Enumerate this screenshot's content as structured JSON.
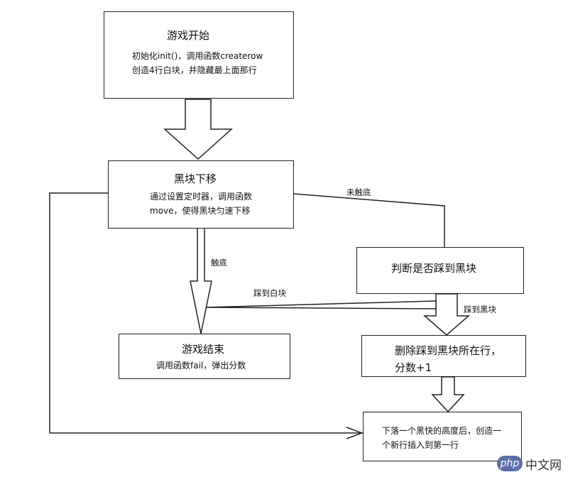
{
  "nodes": {
    "start": {
      "title": "游戏开始",
      "lines": [
        "初始化init()，调用函数createrow",
        "创造4行白块，并隐藏最上面那行"
      ]
    },
    "move": {
      "title": "黑块下移",
      "lines": [
        "通过设置定时器，调用函数",
        "move，使得黑块匀速下移"
      ]
    },
    "judge": {
      "title": "判断是否踩到黑块"
    },
    "end": {
      "title": "游戏结束",
      "lines": [
        "调用函数fail，弹出分数"
      ]
    },
    "delete": {
      "lines": [
        "删除踩到黑块所在行，",
        "分数+1"
      ]
    },
    "newrow": {
      "lines": [
        "下落一个黑快的高度后，创造一",
        "个新行插入到第一行"
      ]
    }
  },
  "edges": {
    "not_bottom": "未触底",
    "bottom": "触底",
    "hit_white": "踩到白块",
    "hit_black": "踩到黑块"
  },
  "watermark": {
    "logo": "php",
    "site": "中文网"
  }
}
